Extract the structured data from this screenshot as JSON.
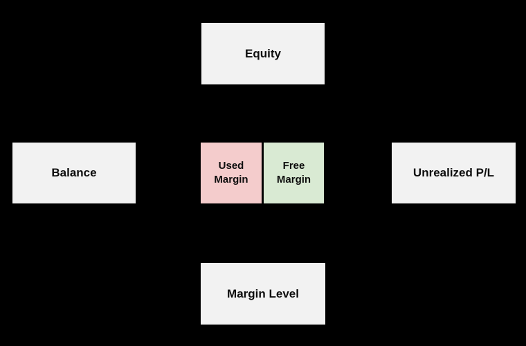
{
  "diagram": {
    "title_semantic": "margin-account-relationship-diagram",
    "background_color": "#000000",
    "text_color": "#0d0d0d",
    "boxes": [
      {
        "id": "equity",
        "label": "Equity",
        "color": "#f2f2f2"
      },
      {
        "id": "balance",
        "label": "Balance",
        "color": "#f2f2f2"
      },
      {
        "id": "used-margin",
        "label": "Used Margin",
        "color": "#f4cccc"
      },
      {
        "id": "free-margin",
        "label": "Free Margin",
        "color": "#d9ead3"
      },
      {
        "id": "unrealized-pl",
        "label": "Unrealized P/L",
        "color": "#f2f2f2"
      },
      {
        "id": "margin-level",
        "label": "Margin Level",
        "color": "#f2f2f2"
      }
    ]
  }
}
